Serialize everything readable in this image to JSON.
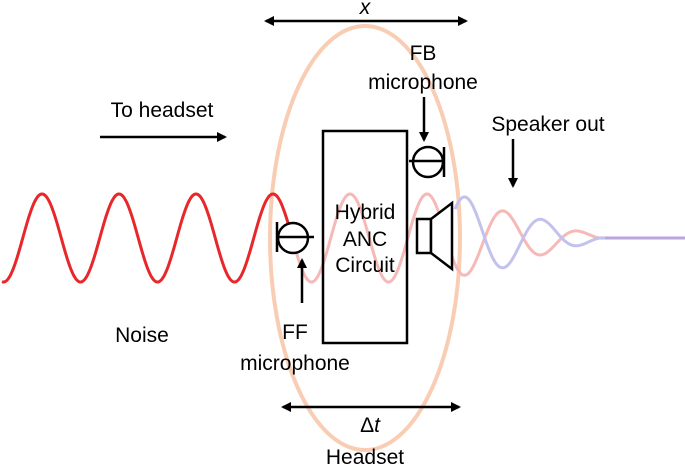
{
  "labels": {
    "x_distance": "x",
    "fb_microphone_line1": "FB",
    "fb_microphone_line2": "microphone",
    "to_headset": "To headset",
    "speaker_out": "Speaker out",
    "circuit_line1": "Hybrid",
    "circuit_line2": "ANC",
    "circuit_line3": "Circuit",
    "noise": "Noise",
    "ff_microphone_line1": "FF",
    "ff_microphone_line2": "microphone",
    "delta_t_symbol": "Δ",
    "delta_t_var": "t",
    "headset": "Headset"
  },
  "colors": {
    "noise_wave": "#e8272b",
    "noise_wave_faded": "#f6b9b7",
    "speaker_wave_faded": "#c2c2ee",
    "residual_line": "#b9a6dd",
    "headset_ellipse": "#f9cdb4",
    "ink": "#000000"
  }
}
